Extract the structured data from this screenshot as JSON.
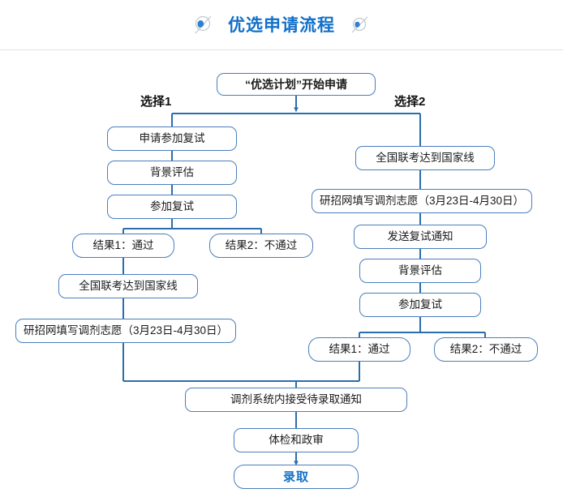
{
  "header": {
    "title": "优选申请流程",
    "left_icon": "flourish-icon",
    "right_icon": "flourish-icon",
    "title_color": "#1270c8"
  },
  "theme": {
    "stroke": "#4a7ebb",
    "wire": "#2a6eae",
    "text": "#1a1a1a",
    "accent": "#1270c8",
    "background": "#ffffff"
  },
  "flowchart": {
    "type": "flowchart",
    "orientation": "top-down",
    "start": {
      "label": "“优选计划”开始申请"
    },
    "branch_labels": {
      "left": "选择1",
      "right": "选择2"
    },
    "left_branch": {
      "label": "选择1",
      "nodes": [
        {
          "id": "l1",
          "label": "申请参加复试"
        },
        {
          "id": "l2",
          "label": "背景评估"
        },
        {
          "id": "l3",
          "label": "参加复试"
        },
        {
          "id": "l4a",
          "label": "结果1：通过"
        },
        {
          "id": "l4b",
          "label": "结果2：不通过"
        },
        {
          "id": "l5",
          "label": "全国联考达到国家线"
        },
        {
          "id": "l6",
          "label": "研招网填写调剂志愿（3月23日-4月30日）"
        }
      ]
    },
    "right_branch": {
      "label": "选择2",
      "nodes": [
        {
          "id": "r1",
          "label": "全国联考达到国家线"
        },
        {
          "id": "r2",
          "label": "研招网填写调剂志愿（3月23日-4月30日）"
        },
        {
          "id": "r3",
          "label": "发送复试通知"
        },
        {
          "id": "r4",
          "label": "背景评估"
        },
        {
          "id": "r5",
          "label": "参加复试"
        },
        {
          "id": "r6a",
          "label": "结果1：通过"
        },
        {
          "id": "r6b",
          "label": "结果2：不通过"
        }
      ]
    },
    "merge": [
      {
        "id": "m1",
        "label": "调剂系统内接受待录取通知"
      },
      {
        "id": "m2",
        "label": "体检和政审"
      },
      {
        "id": "m3",
        "label": "录取"
      }
    ]
  }
}
